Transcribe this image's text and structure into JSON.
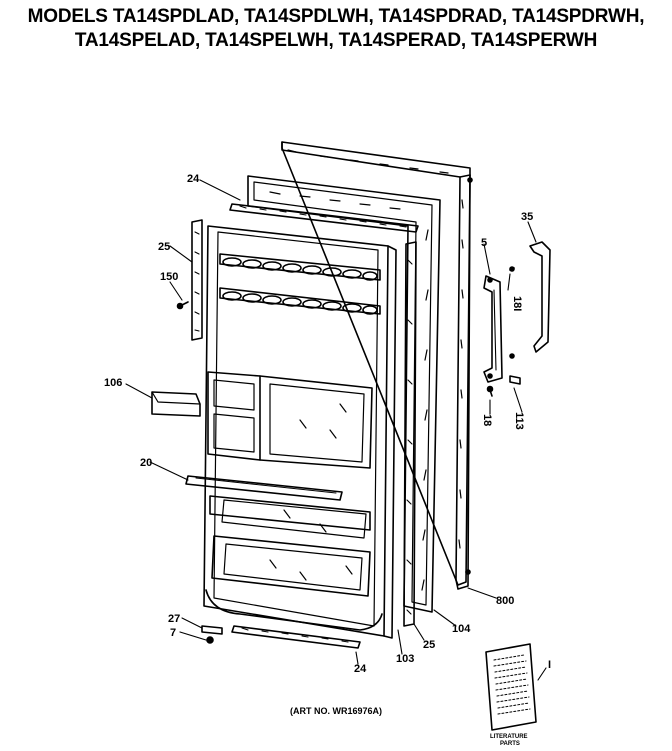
{
  "title": {
    "line1": "MODELS TA14SPDLAD, TA14SPDLWH, TA14SPDRAD, TA14SPDRWH,",
    "line2": "TA14SPELAD, TA14SPELWH, TA14SPERAD, TA14SPERWH"
  },
  "callouts": {
    "c24_top": "24",
    "c25_left": "25",
    "c150": "150",
    "c106": "106",
    "c20": "20",
    "c27": "27",
    "c7": "7",
    "c24_bottom": "24",
    "c103": "103",
    "c25_bottom": "25",
    "c104": "104",
    "c800": "800",
    "c5": "5",
    "c35": "35",
    "c18_upper": "18I",
    "c18_lower": "18",
    "c113": "113",
    "c1": "I"
  },
  "art_number": "(ART NO. WR16976A)",
  "literature": {
    "line1": "LITERATURE",
    "line2": "PARTS"
  }
}
